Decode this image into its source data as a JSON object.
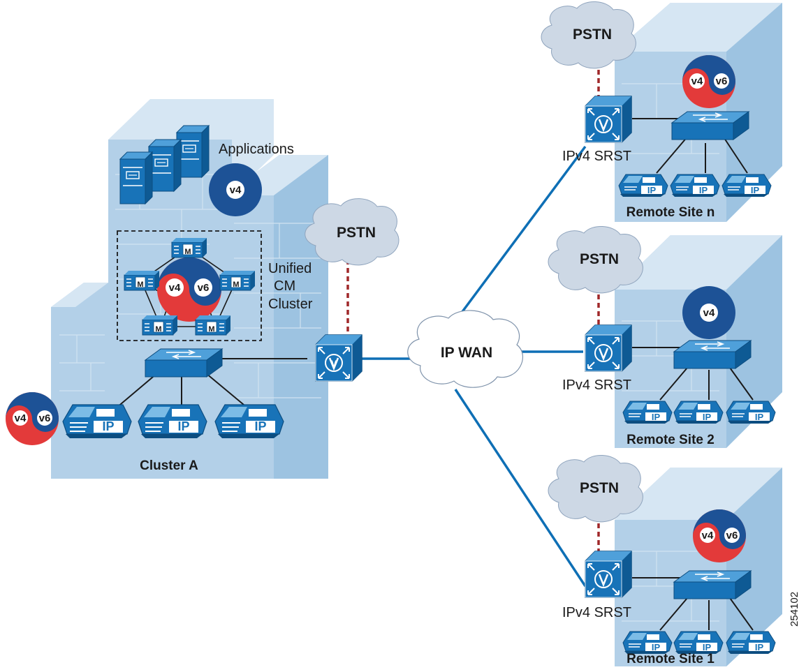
{
  "cluster_a": {
    "label": "Cluster A",
    "applications_label": "Applications",
    "cm_cluster_label_1": "Unified",
    "cm_cluster_label_2": "CM",
    "cm_cluster_label_3": "Cluster",
    "pstn_label": "PSTN"
  },
  "wan": {
    "label": "IP  WAN"
  },
  "remote_sites": [
    {
      "label": "Remote Site n",
      "pstn_label": "PSTN",
      "router_label": "IPv4 SRST"
    },
    {
      "label": "Remote Site 2",
      "pstn_label": "PSTN",
      "router_label": "IPv4 SRST"
    },
    {
      "label": "Remote Site 1",
      "pstn_label": "PSTN",
      "router_label": "IPv4 SRST"
    }
  ],
  "badges": {
    "v4": "v4",
    "v6": "v6"
  },
  "icons": {
    "phone_text": "IP",
    "cm_server_text": "M",
    "router_text": "V"
  },
  "figure_id": "254102",
  "colors": {
    "building": "#b3d0e8",
    "device": "#1f78b4",
    "link": "#0e6fb5",
    "pstn_link": "#a0282a",
    "cloud": "#cdd8e5",
    "v4_blue": "#1d5296",
    "v6_red": "#e33a3a"
  }
}
